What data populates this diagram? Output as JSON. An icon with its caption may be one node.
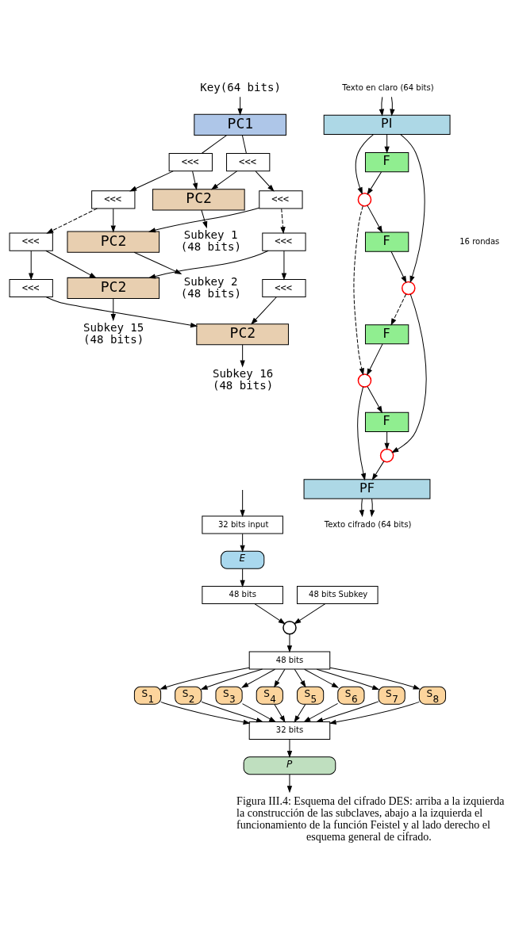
{
  "diagram": {
    "caption": "Figura III.4: Esquema del cifrado DES: arriba a la izquierda la construcción de las subclaves, abajo a la izquierda el funcionamiento de la función Feistel y al lado derecho el esquema general de cifrado.",
    "nodes": [
      {
        "text": [
          "Key(64 bits)"
        ]
      },
      {
        "text": [
          "PC1"
        ]
      },
      {
        "text": [
          "<<<"
        ]
      },
      {
        "text": [
          "<<<"
        ]
      },
      {
        "text": [
          "PC2"
        ]
      },
      {
        "text": [
          "Subkey 1 (48 bits)"
        ]
      },
      {
        "text": [
          "<<<"
        ]
      },
      {
        "text": [
          "<<<"
        ]
      },
      {
        "text": [
          "PC2"
        ]
      },
      {
        "text": [
          "Subkey 2 (48 bits)"
        ]
      },
      {
        "text": [
          "<<<"
        ]
      },
      {
        "text": [
          "<<<"
        ]
      },
      {
        "text": [
          "PC2"
        ]
      },
      {
        "text": [
          "Subkey 15 (48 bits)"
        ]
      },
      {
        "text": [
          "<<<"
        ]
      },
      {
        "text": [
          "<<<"
        ]
      },
      {
        "text": [
          "PC2"
        ]
      },
      {
        "text": [
          "Subkey 16 (48 bits)"
        ]
      },
      {
        "text": [
          "32 bits input"
        ]
      },
      {
        "text": [
          "*E*"
        ]
      },
      {
        "text": [
          "48 bits"
        ]
      },
      {
        "text": [
          "48 bits Subkey"
        ]
      },
      {
        "text": [],
        "shape": "circle"
      },
      {
        "text": [
          "48 bits"
        ]
      },
      {
        "text": [
          "S$_{1}$"
        ]
      },
      {
        "text": [
          "S$_{2}$"
        ]
      },
      {
        "text": [
          "S$_{3}$"
        ]
      },
      {
        "text": [
          "S$_{4}$"
        ]
      },
      {
        "text": [
          "S$_{5}$"
        ]
      },
      {
        "text": [
          "S$_{6}$"
        ]
      },
      {
        "text": [
          "S$_{7}$"
        ]
      },
      {
        "text": [
          "S$_{8}$"
        ]
      },
      {
        "text": [
          "32 bits"
        ]
      },
      {
        "text": [
          "*P*"
        ]
      },
      {
        "text": [
          "Texto en claro (64 bits)"
        ]
      },
      {
        "text": [
          "PI"
        ]
      },
      {
        "text": [],
        "shape": "circle"
      },
      {
        "text": [
          "F"
        ]
      },
      {
        "text": [],
        "shape": "circle"
      },
      {
        "text": [
          "F"
        ]
      },
      {
        "text": [],
        "shape": "circle"
      },
      {
        "text": [
          "F"
        ]
      },
      {
        "text": [],
        "shape": "circle"
      },
      {
        "text": [
          "F"
        ]
      },
      {
        "text": [
          "PF"
        ]
      },
      {
        "text": [
          "Texto cifrado (64 bits)"
        ]
      }
    ],
    "edges": [
      {
        "from": 0,
        "to": 1,
        "arrow": "to"
      },
      {
        "from": 1,
        "to": 2,
        "arrow": "none"
      },
      {
        "from": 1,
        "to": 3,
        "arrow": "none"
      },
      {
        "from": 2,
        "to": 4,
        "arrow": "to"
      },
      {
        "from": 3,
        "to": 4,
        "arrow": "to"
      },
      {
        "from": 4,
        "to": 5,
        "arrow": "to"
      },
      {
        "from": 2,
        "to": 6,
        "arrow": "to"
      },
      {
        "from": 3,
        "to": 7,
        "arrow": "to"
      },
      {
        "from": 6,
        "to": 8,
        "arrow": "to"
      },
      {
        "from": 7,
        "to": 8,
        "arrow": "to"
      },
      {
        "from": 8,
        "to": 9,
        "arrow": "to"
      },
      {
        "from": 6,
        "to": 10,
        "arrow": "to",
        "style": "dashed"
      },
      {
        "from": 7,
        "to": 11,
        "arrow": "to",
        "style": "dashed"
      },
      {
        "from": 10,
        "to": 12,
        "arrow": "to"
      },
      {
        "from": 11,
        "to": 12,
        "arrow": "to"
      },
      {
        "from": 12,
        "to": 13,
        "arrow": "to"
      },
      {
        "from": 10,
        "to": 14,
        "arrow": "to"
      },
      {
        "from": 11,
        "to": 15,
        "arrow": "to"
      },
      {
        "from": 14,
        "to": 16,
        "arrow": "to"
      },
      {
        "from": 15,
        "to": 16,
        "arrow": "to"
      },
      {
        "from": 16,
        "to": 17,
        "arrow": "to"
      },
      {
        "from": null,
        "to": 18,
        "arrow": "to"
      },
      {
        "from": 18,
        "to": 19,
        "arrow": "to"
      },
      {
        "from": 19,
        "to": 20,
        "arrow": "to"
      },
      {
        "from": 20,
        "to": 22,
        "arrow": "to"
      },
      {
        "from": 21,
        "to": 22,
        "arrow": "to"
      },
      {
        "from": 22,
        "to": 23,
        "arrow": "to"
      },
      {
        "from": 23,
        "to": 24,
        "arrow": "to"
      },
      {
        "from": 23,
        "to": 25,
        "arrow": "to"
      },
      {
        "from": 23,
        "to": 26,
        "arrow": "to"
      },
      {
        "from": 23,
        "to": 27,
        "arrow": "to"
      },
      {
        "from": 23,
        "to": 28,
        "arrow": "to"
      },
      {
        "from": 23,
        "to": 29,
        "arrow": "to"
      },
      {
        "from": 23,
        "to": 30,
        "arrow": "to"
      },
      {
        "from": 23,
        "to": 31,
        "arrow": "to"
      },
      {
        "from": 24,
        "to": 32,
        "arrow": "to"
      },
      {
        "from": 25,
        "to": 32,
        "arrow": "to"
      },
      {
        "from": 26,
        "to": 32,
        "arrow": "to"
      },
      {
        "from": 27,
        "to": 32,
        "arrow": "to"
      },
      {
        "from": 28,
        "to": 32,
        "arrow": "to"
      },
      {
        "from": 29,
        "to": 32,
        "arrow": "to"
      },
      {
        "from": 30,
        "to": 32,
        "arrow": "to"
      },
      {
        "from": 31,
        "to": 32,
        "arrow": "to"
      },
      {
        "from": 32,
        "to": 33,
        "arrow": "to"
      },
      {
        "from": 33,
        "to": null,
        "arrow": "to"
      },
      {
        "from": 34,
        "to": 35,
        "arrow": "to"
      },
      {
        "from": 34,
        "to": 35,
        "arrow": "to"
      },
      {
        "from": 35,
        "to": 36,
        "arrow": "to"
      },
      {
        "from": 35,
        "to": 37,
        "arrow": "to"
      },
      {
        "from": 37,
        "to": 36,
        "arrow": "to"
      },
      {
        "from": 36,
        "to": 39,
        "arrow": "to"
      },
      {
        "from": 35,
        "to": 38,
        "arrow": "to"
      },
      {
        "from": 39,
        "to": 38,
        "arrow": "to"
      },
      {
        "from": 38,
        "to": 41,
        "arrow": "to",
        "style": "dashed"
      },
      {
        "from": 36,
        "to": 40,
        "arrow": "to",
        "style": "dashed"
      },
      {
        "from": 41,
        "to": 40,
        "arrow": "to"
      },
      {
        "from": 40,
        "to": 43,
        "arrow": "to"
      },
      {
        "from": 38,
        "to": 42,
        "arrow": "to"
      },
      {
        "from": 43,
        "to": 42,
        "arrow": "to"
      },
      {
        "from": 42,
        "to": 44,
        "arrow": "to"
      },
      {
        "from": 40,
        "to": 44,
        "arrow": "to"
      },
      {
        "from": 44,
        "to": 45,
        "arrow": "to"
      },
      {
        "from": 44,
        "to": 45,
        "arrow": "to"
      }
    ],
    "labels": [
      "16 rondas"
    ]
  }
}
